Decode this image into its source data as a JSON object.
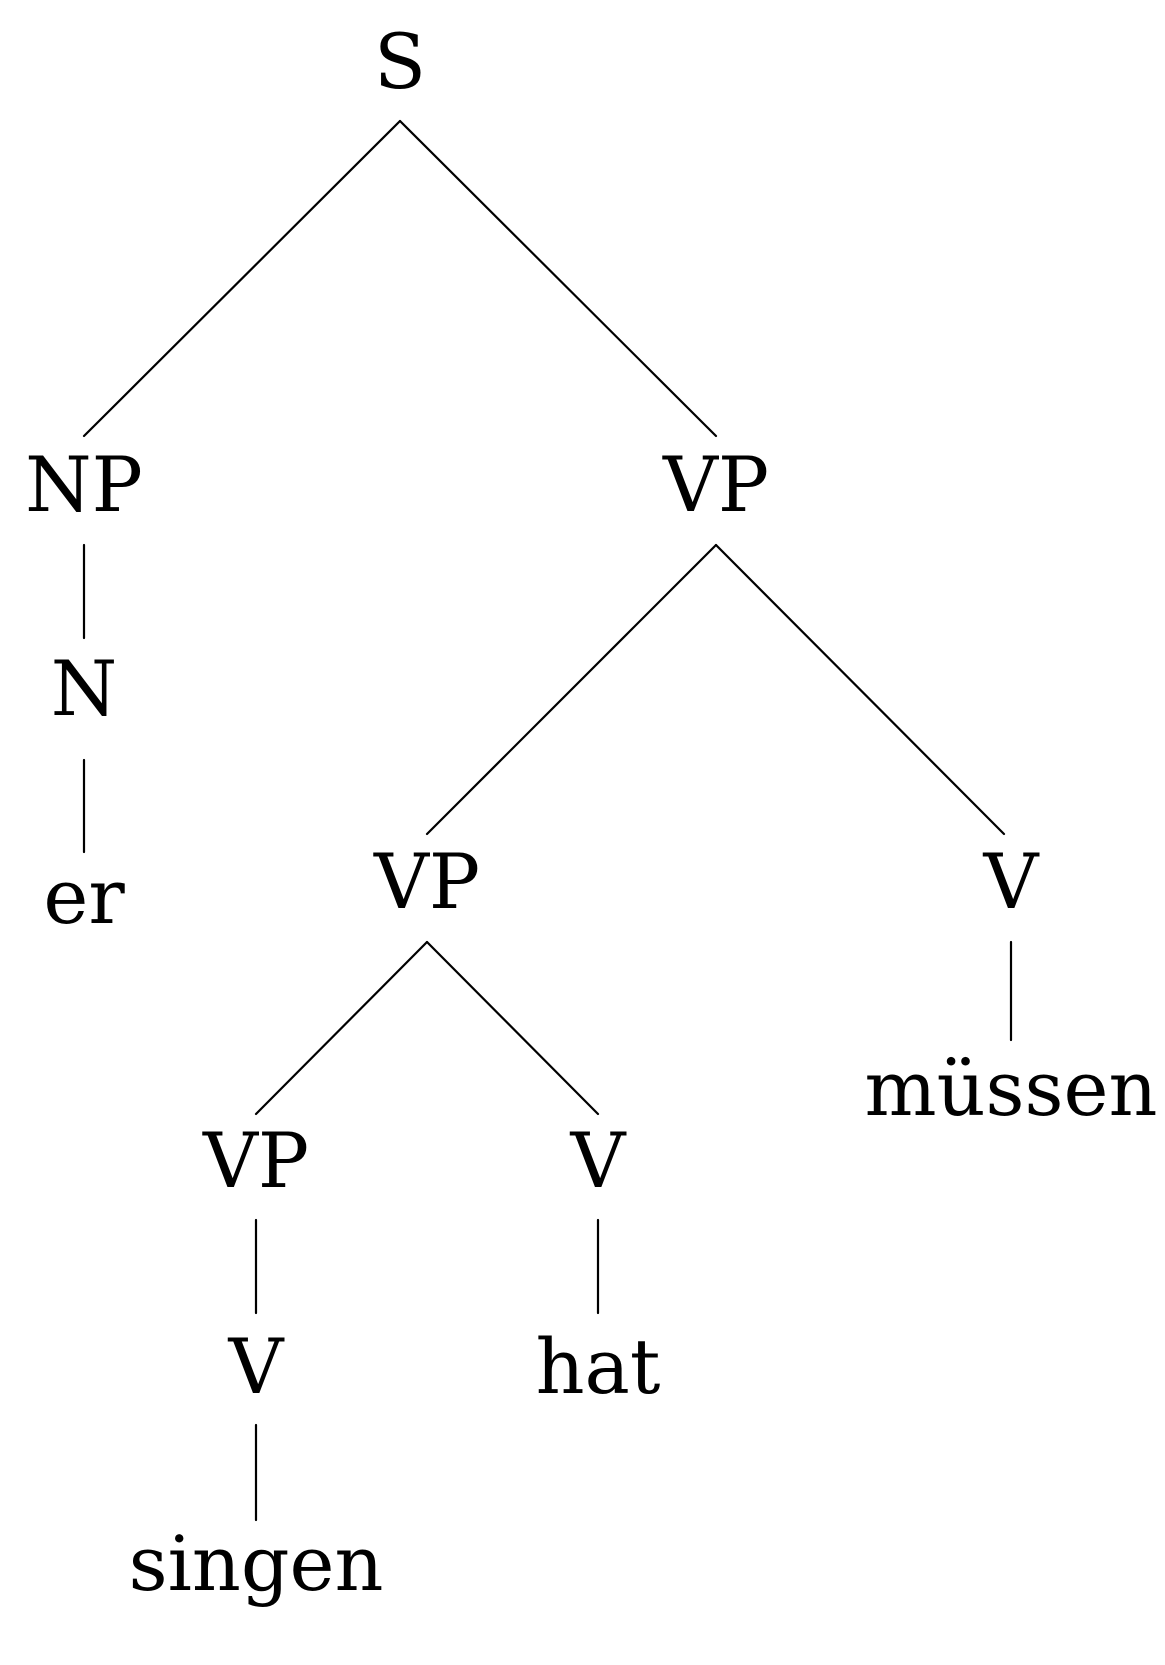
{
  "tree": {
    "nodes": [
      {
        "id": "s",
        "label": "S"
      },
      {
        "id": "np",
        "label": "NP"
      },
      {
        "id": "vp1",
        "label": "VP"
      },
      {
        "id": "n",
        "label": "N"
      },
      {
        "id": "er",
        "label": "er"
      },
      {
        "id": "vp2",
        "label": "VP"
      },
      {
        "id": "v1",
        "label": "V"
      },
      {
        "id": "muessen",
        "label": "müssen"
      },
      {
        "id": "vp3",
        "label": "VP"
      },
      {
        "id": "v2",
        "label": "V"
      },
      {
        "id": "v3",
        "label": "V"
      },
      {
        "id": "hat",
        "label": "hat"
      },
      {
        "id": "singen",
        "label": "singen"
      }
    ],
    "edges": [
      [
        "s",
        "np"
      ],
      [
        "s",
        "vp1"
      ],
      [
        "np",
        "n"
      ],
      [
        "n",
        "er"
      ],
      [
        "vp1",
        "vp2"
      ],
      [
        "vp1",
        "v1"
      ],
      [
        "v1",
        "muessen"
      ],
      [
        "vp2",
        "vp3"
      ],
      [
        "vp2",
        "v2"
      ],
      [
        "vp3",
        "v3"
      ],
      [
        "v3",
        "singen"
      ],
      [
        "v2",
        "hat"
      ]
    ]
  }
}
